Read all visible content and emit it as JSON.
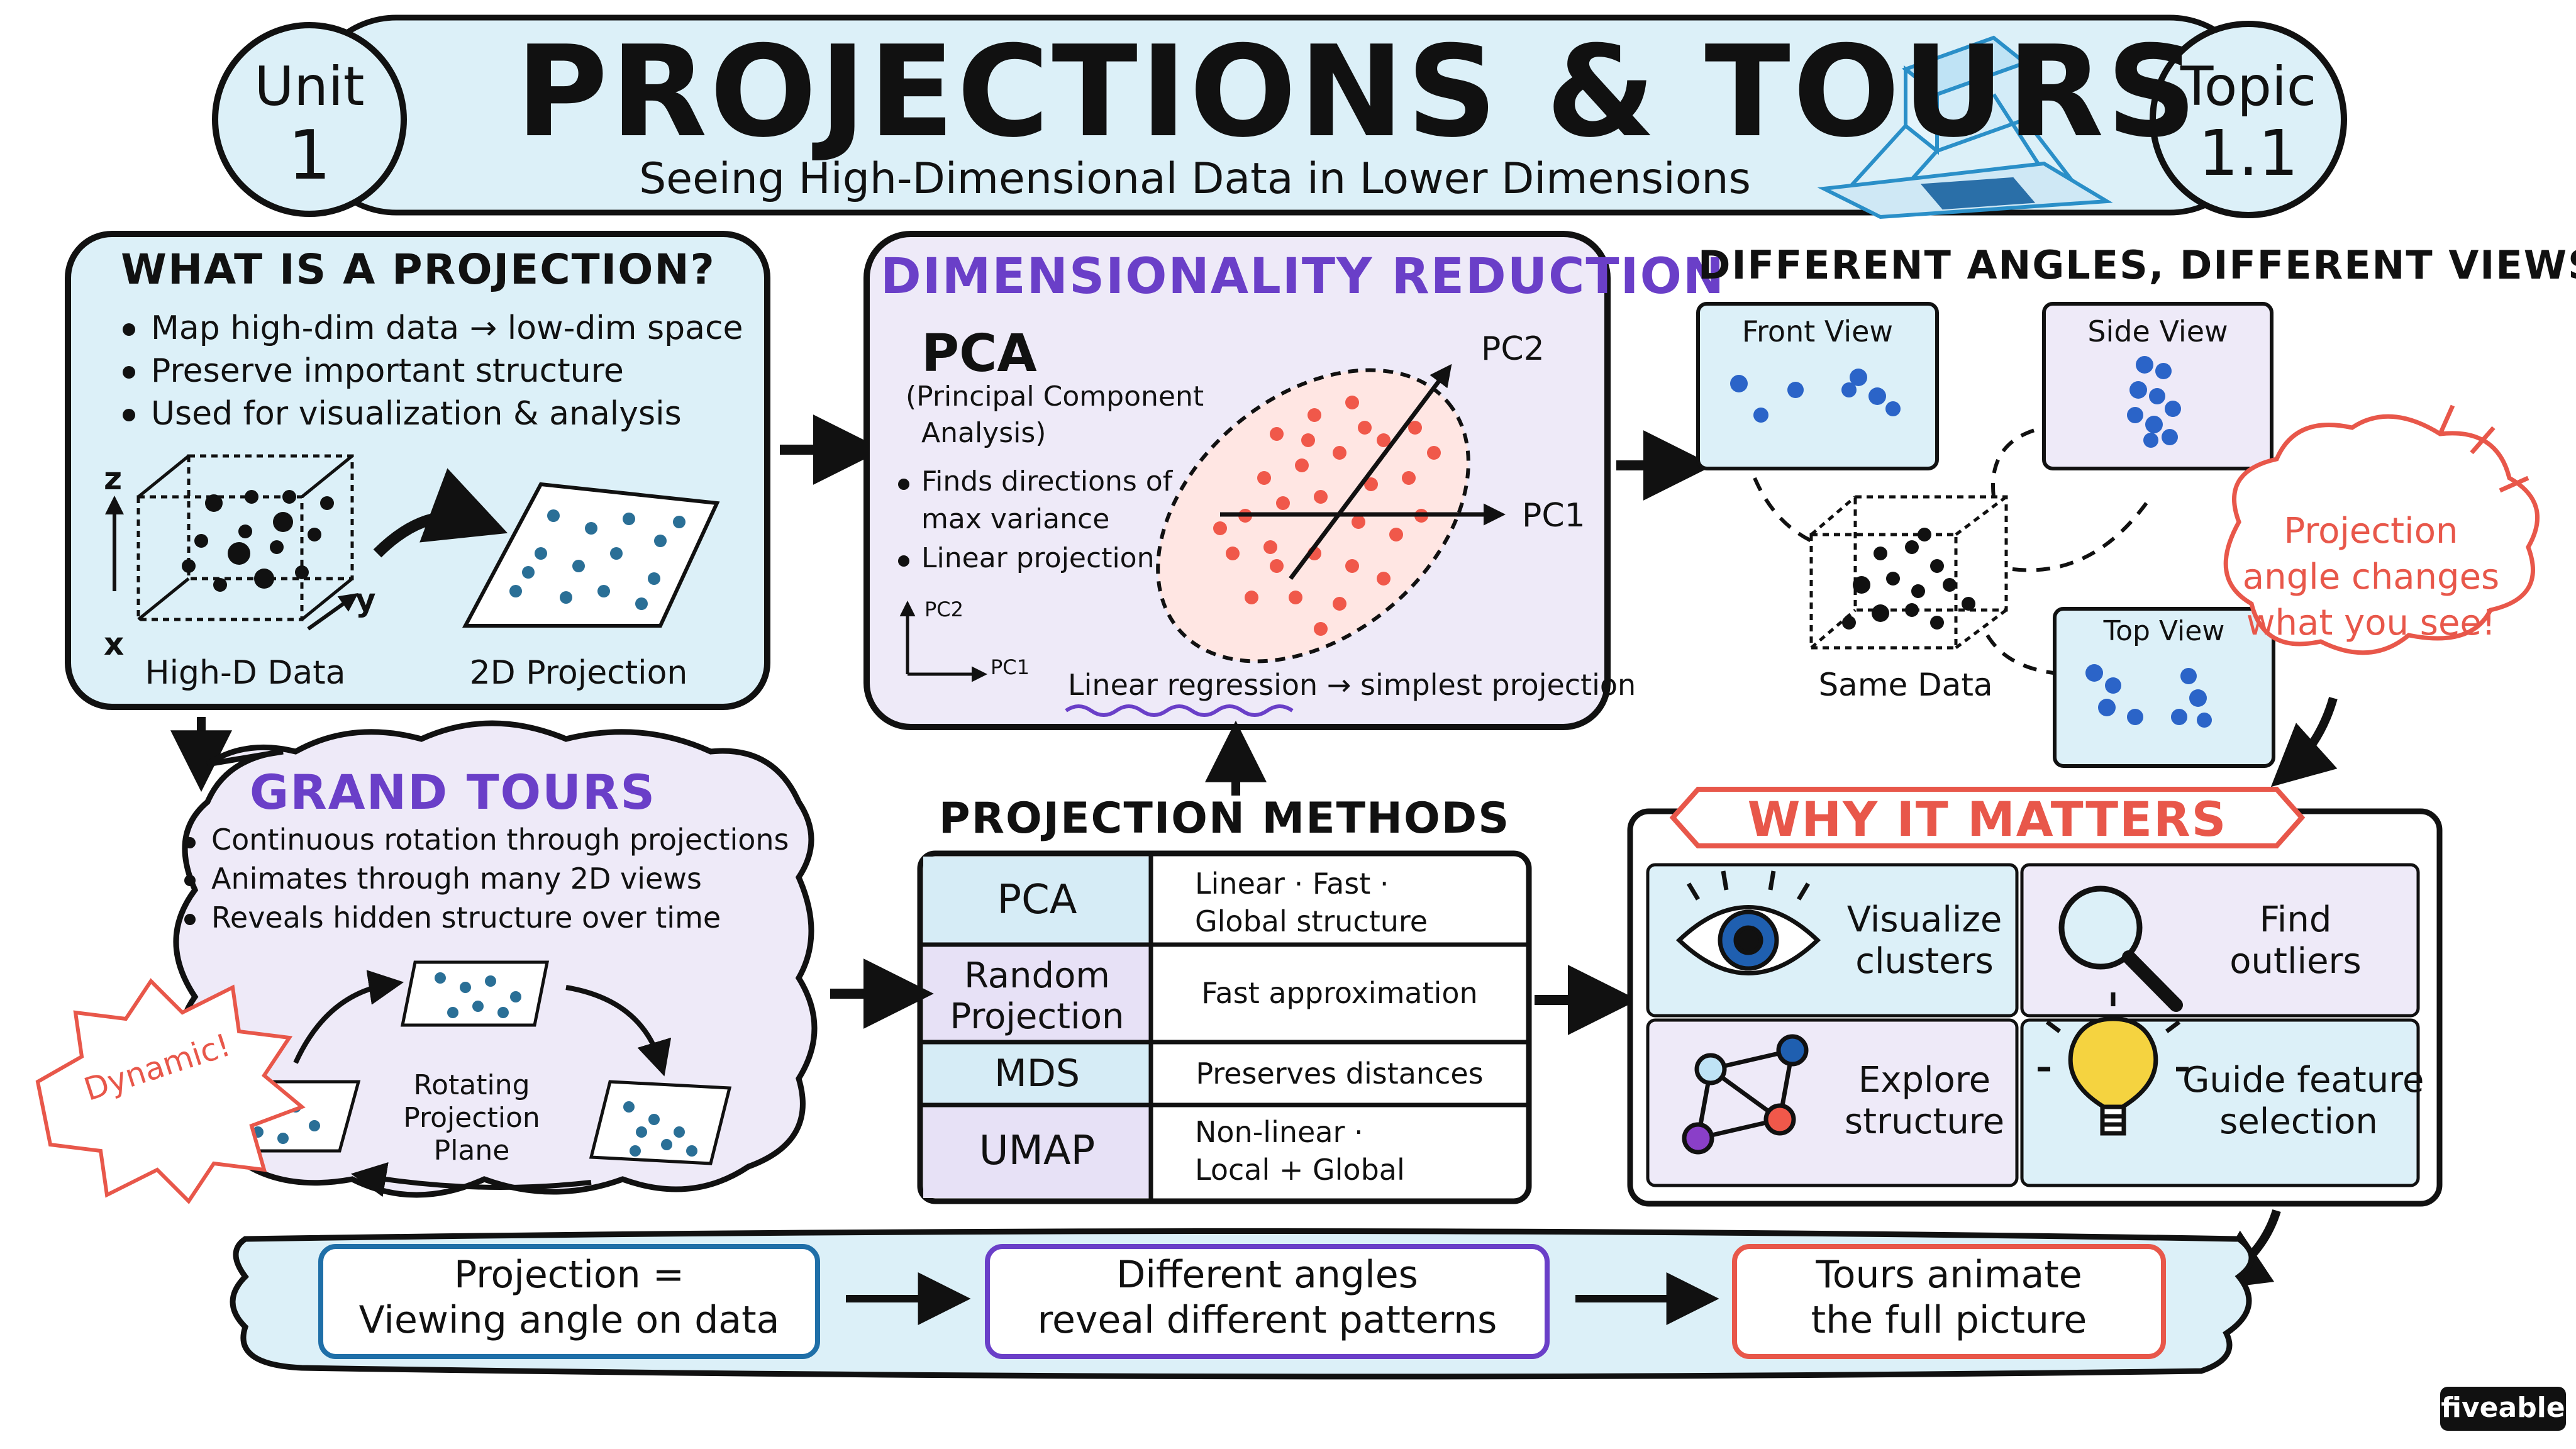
{
  "header": {
    "unit_label": "Unit",
    "unit_number": "1",
    "title": "PROJECTIONS & TOURS",
    "subtitle": "Seeing High-Dimensional Data in Lower Dimensions",
    "topic_label": "Topic",
    "topic_number": "1.1"
  },
  "projection": {
    "title": "WHAT IS A PROJECTION?",
    "bullets": [
      "Map high-dim data → low-dim space",
      "Preserve important structure",
      "Used for visualization & analysis"
    ],
    "axis_z": "z",
    "axis_x": "x",
    "axis_y": "y",
    "high_d_label": "High-D Data",
    "projection_label": "2D Projection"
  },
  "dimred": {
    "title": "DIMENSIONALITY REDUCTION",
    "pca": "PCA",
    "pca_full_1": "(Principal Component",
    "pca_full_2": "Analysis)",
    "bullet1_a": "Finds directions of",
    "bullet1_b": "max variance",
    "bullet2": "Linear projection",
    "pc1": "PC1",
    "pc2": "PC2",
    "mini_pc1": "PC1",
    "mini_pc2": "PC2",
    "linreg": "Linear regression",
    "linreg_arrow": "→",
    "linreg_tail": "simplest projection"
  },
  "angles": {
    "title": "DIFFERENT ANGLES, DIFFERENT VIEWS",
    "front": "Front View",
    "side": "Side View",
    "top": "Top View",
    "same": "Same Data",
    "callout_1": "Projection",
    "callout_2": "angle changes",
    "callout_3": "what you see!"
  },
  "tours": {
    "title": "GRAND TOURS",
    "bullets": [
      "Continuous rotation through projections",
      "Animates through many 2D views",
      "Reveals hidden structure over time"
    ],
    "rot_1": "Rotating",
    "rot_2": "Projection",
    "rot_3": "Plane",
    "dynamic": "Dynamic!"
  },
  "methods": {
    "title": "PROJECTION METHODS",
    "rows": [
      {
        "name": "PCA",
        "desc1": "Linear · Fast ·",
        "desc2": "Global structure"
      },
      {
        "name1": "Random",
        "name2": "Projection",
        "desc": "Fast approximation"
      },
      {
        "name": "MDS",
        "desc": "Preserves distances"
      },
      {
        "name": "UMAP",
        "desc1": "Non-linear ·",
        "desc2": "Local + Global"
      }
    ]
  },
  "matters": {
    "title": "WHY IT MATTERS",
    "items": [
      {
        "l1": "Visualize",
        "l2": "clusters",
        "icon": "eye-icon"
      },
      {
        "l1": "Find",
        "l2": "outliers",
        "icon": "magnifier-icon"
      },
      {
        "l1": "Explore",
        "l2": "structure",
        "icon": "network-icon"
      },
      {
        "l1": "Guide feature",
        "l2": "selection",
        "icon": "lightbulb-icon"
      }
    ]
  },
  "summary": {
    "box1_l1": "Projection =",
    "box1_l2": "Viewing angle on data",
    "box2_l1": "Different angles",
    "box2_l2": "reveal different patterns",
    "box3_l1": "Tours animate",
    "box3_l2": "the full picture"
  },
  "brand": "fiveable",
  "colors": {
    "ink": "#111111",
    "light_blue": "#dcf0f8",
    "lavender": "#eeeaf8",
    "purple": "#6a3fc8",
    "red": "#e8574a",
    "dot_blue": "#2b64c8",
    "teal_dot": "#2a6f96",
    "table_blue": "#d6ecf6",
    "table_lavender": "#e7e1f6"
  }
}
